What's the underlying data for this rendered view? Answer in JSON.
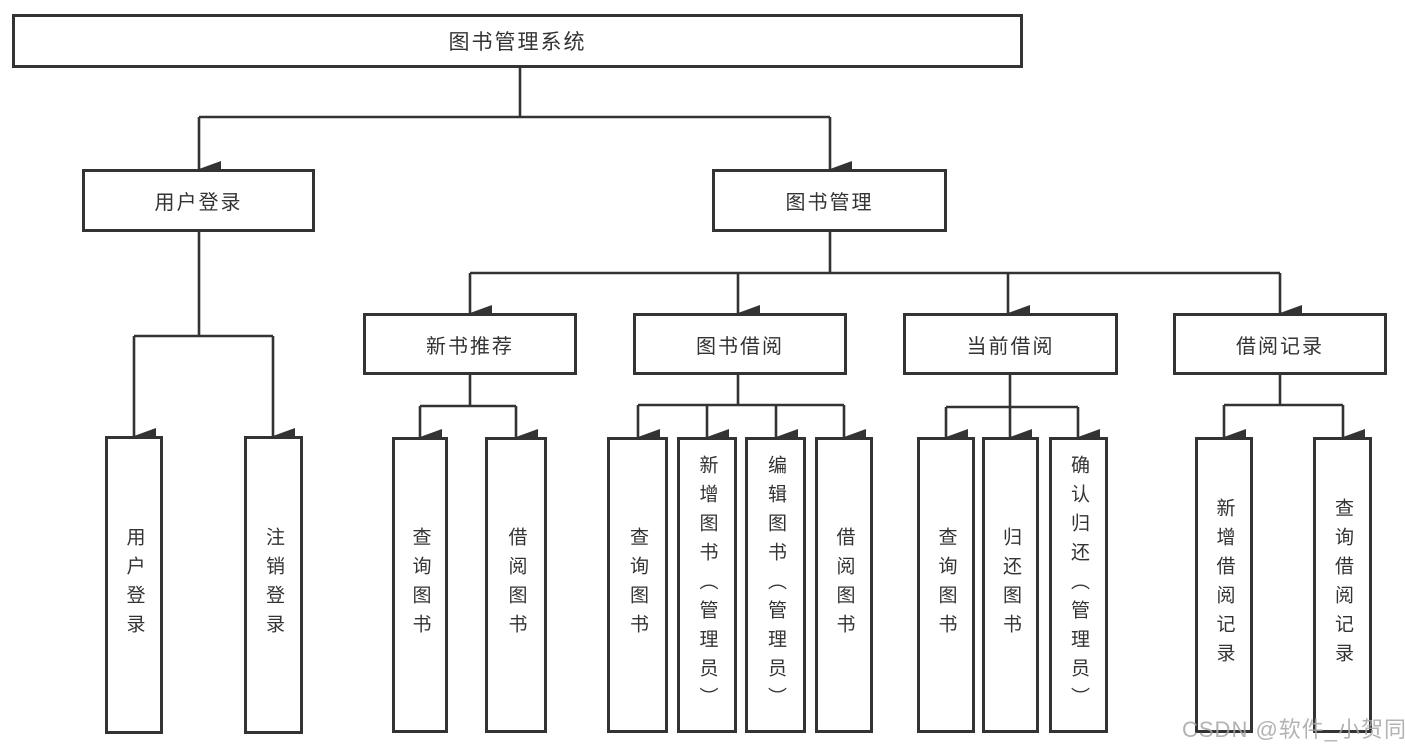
{
  "tree": {
    "root": "图书管理系统",
    "branches": [
      {
        "label": "用户登录",
        "children": [
          "用户登录",
          "注销登录"
        ]
      },
      {
        "label": "图书管理",
        "groups": [
          {
            "label": "新书推荐",
            "children": [
              "查询图书",
              "借阅图书"
            ]
          },
          {
            "label": "图书借阅",
            "children": [
              "查询图书",
              "新增图书（管理员）",
              "编辑图书（管理员）",
              "借阅图书"
            ]
          },
          {
            "label": "当前借阅",
            "children": [
              "查询图书",
              "归还图书",
              "确认归还（管理员）"
            ]
          },
          {
            "label": "借阅记录",
            "children": [
              "新增借阅记录",
              "查询借阅记录"
            ]
          }
        ]
      }
    ]
  },
  "watermark": "CSDN @软件_小贺同学",
  "colors": {
    "line": "#333333",
    "text": "#333333",
    "background": "#ffffff",
    "watermark": "#a6a6a6"
  }
}
